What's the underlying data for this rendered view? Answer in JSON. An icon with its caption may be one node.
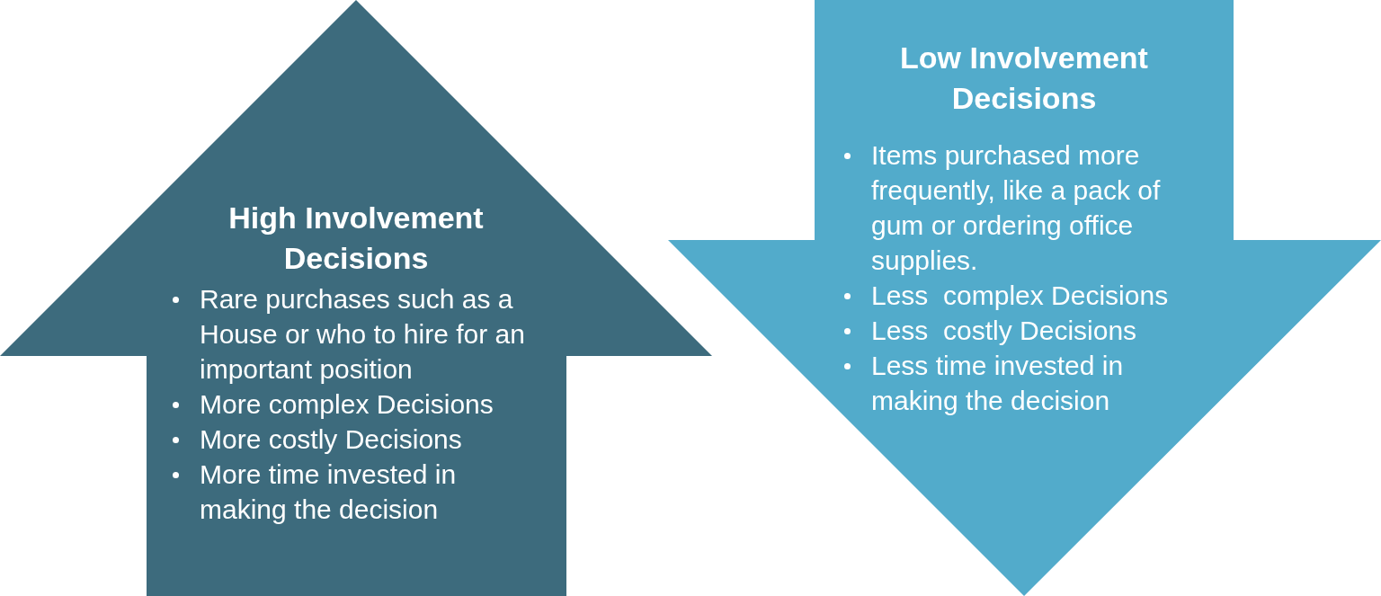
{
  "diagram": {
    "nodes": [
      {
        "text": [
          "High Involvement Decisions",
          "Rare purchases such as a House or who to hire for an important position",
          "More complex Decisions",
          "More costly Decisions",
          "More time invested in making the decision"
        ]
      },
      {
        "text": [
          "Low Involvement Decisions",
          "Items purchased more frequently, like a pack of gum or ordering office supplies.",
          "Less  complex Decisions",
          "Less  costly Decisions",
          "Less time invested in making the decision"
        ]
      }
    ],
    "edges": []
  }
}
